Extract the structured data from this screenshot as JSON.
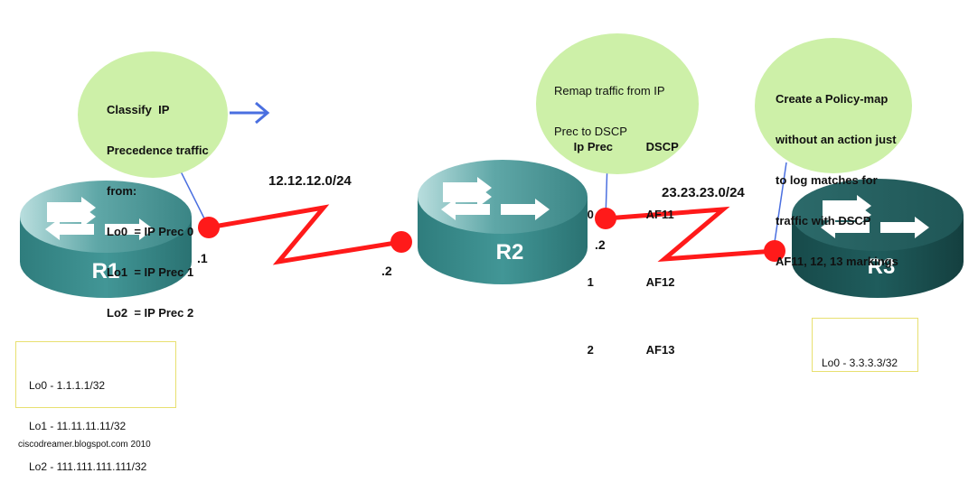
{
  "routers": {
    "r1": {
      "name": "R1"
    },
    "r2": {
      "name": "R2"
    },
    "r3": {
      "name": "R3"
    }
  },
  "links": {
    "r1_r2": {
      "subnet": "12.12.12.0/24",
      "r1_host": ".1",
      "r2_host": ".2"
    },
    "r2_r3": {
      "subnet": "23.23.23.0/24",
      "r2_host": ".2"
    }
  },
  "callouts": {
    "r1": {
      "lines": [
        "Classify  IP",
        "Precedence traffic",
        "from:",
        "Lo0  = IP Prec 0",
        "Lo1  = IP Prec 1",
        "Lo2  = IP Prec 2"
      ]
    },
    "r2": {
      "lines": [
        "Remap traffic from IP",
        "Prec to DSCP"
      ],
      "table_header": [
        "Ip Prec",
        "DSCP"
      ],
      "table_rows": [
        [
          "0",
          "AF11"
        ],
        [
          "1",
          "AF12"
        ],
        [
          "2",
          "AF13"
        ]
      ]
    },
    "r3": {
      "lines": [
        "Create a Policy-map",
        "without an action just",
        "to log matches for",
        "traffic with DSCP",
        "AF11, 12, 13 markings"
      ]
    }
  },
  "loopbacks": {
    "r1": [
      "Lo0 - 1.1.1.1/32",
      "Lo1 - 11.11.11.11/32",
      "Lo2 - 111.111.111.111/32"
    ],
    "r3": [
      "Lo0 - 3.3.3.3/32"
    ]
  },
  "footer": "ciscodreamer.blogspot.com 2010",
  "colors": {
    "bubble_fill": "#cdf0a8",
    "link_red": "#ff1a1a",
    "router_teal": "#3f8f8f",
    "router_teal_dark": "#1f5c5c",
    "arrow_blue": "#4a6fe0",
    "box_border": "#e8e070"
  },
  "icons": {
    "router": "router-icon",
    "arrow": "right-arrow-icon"
  }
}
